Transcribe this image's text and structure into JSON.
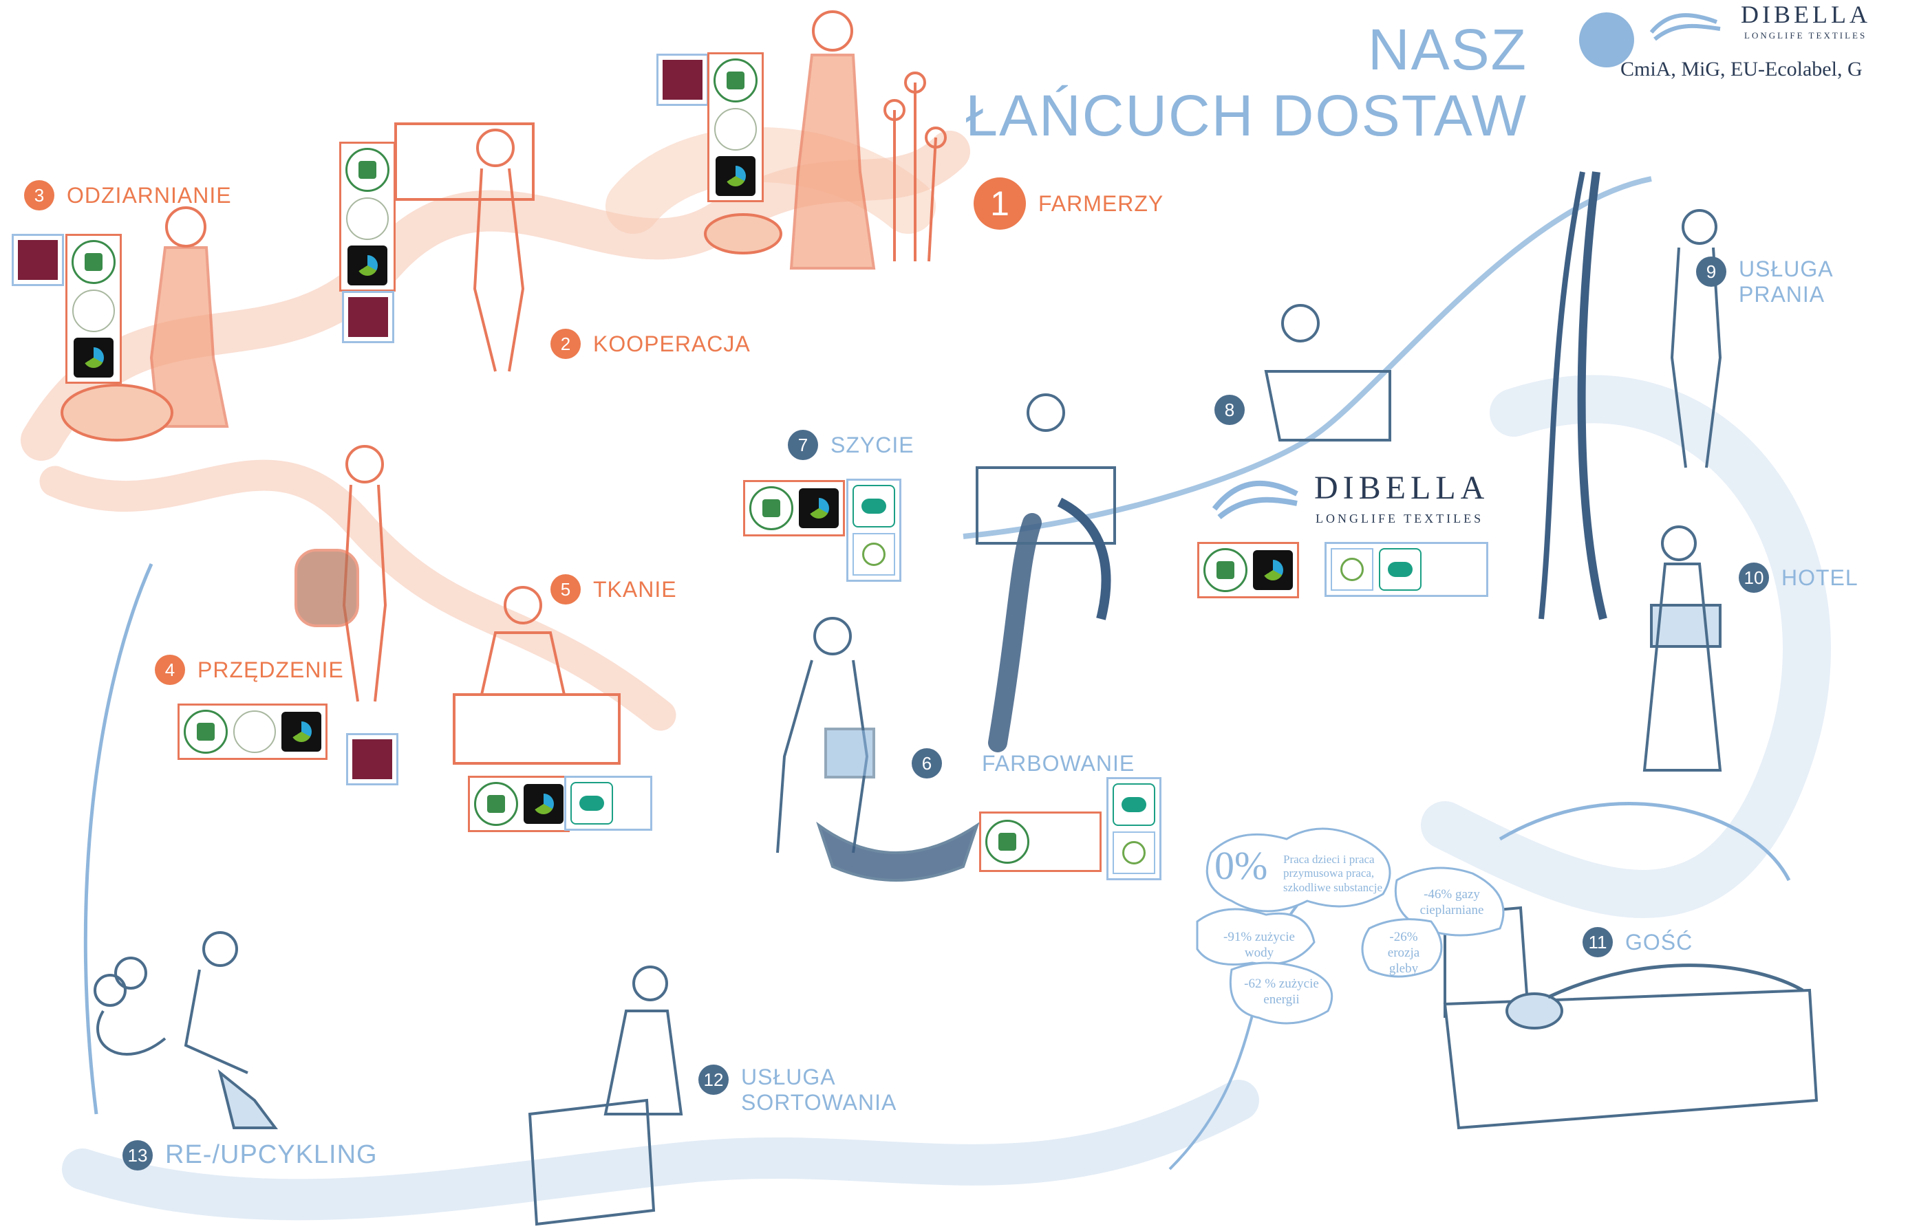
{
  "title": {
    "line1": "NASZ",
    "line2": "ŁAŃCUCH DOSTAW"
  },
  "brand": {
    "name": "DIBELLA",
    "tagline": "LONGLIFE TEXTILES",
    "certs_text": "CmiA, MiG, EU-Ecolabel, G"
  },
  "steps": [
    {
      "num": "1",
      "label": "FARMERZY"
    },
    {
      "num": "2",
      "label": "KOOPERACJA"
    },
    {
      "num": "3",
      "label": "ODZIARNIANIE"
    },
    {
      "num": "4",
      "label": "PRZĘDZENIE"
    },
    {
      "num": "5",
      "label": "TKANIE"
    },
    {
      "num": "6",
      "label": "FARBOWANIE"
    },
    {
      "num": "7",
      "label": "SZYCIE"
    },
    {
      "num": "8",
      "label": ""
    },
    {
      "num": "9",
      "label": "USŁUGA PRANIA"
    },
    {
      "num": "10",
      "label": "HOTEL"
    },
    {
      "num": "11",
      "label": "GOŚĆ"
    },
    {
      "num": "12",
      "label": "USŁUGA SORTOWANIA"
    },
    {
      "num": "13",
      "label": "RE-/UPCYKLING"
    }
  ],
  "impact": {
    "zero": "0%",
    "zero_text": "Praca dzieci i praca przymusowa praca, szkodliwe substancje",
    "water": "-91% zużycie wody",
    "energy": "-62 % zużycie energii",
    "gas": "-46% gazy cieplarniane",
    "soil": "-26% erozja gleby"
  },
  "colors": {
    "orange": "#ec7a4e",
    "blue": "#8fb6dc",
    "navy": "#4b6d8c"
  }
}
